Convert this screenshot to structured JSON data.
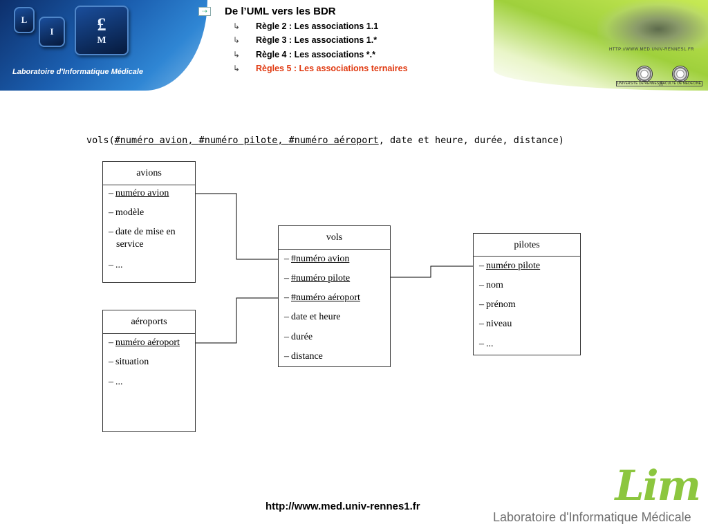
{
  "header": {
    "left_lab_label": "Laboratoire d'Informatique Médicale",
    "keys": [
      "L",
      "I",
      "£",
      "M"
    ],
    "right_url": "HTTP://WWW.MED.UNIV-RENNES1.FR",
    "seal_labels": [
      "UNIVERSITÉ DE RENNES I",
      "FACULTÉ DE MÉDECINE"
    ]
  },
  "outline": {
    "title": "De l’UML vers les BDR",
    "items": [
      {
        "label": "Règle 2 : Les associations 1.1"
      },
      {
        "label": "Règle 3  : Les associations 1.*"
      },
      {
        "label": "Règle 4 : Les associations *.*"
      },
      {
        "label": "Règles 5 : Les associations ternaires"
      }
    ]
  },
  "schema": {
    "prefix": "vols(",
    "keys": [
      "#numéro avion",
      "#numéro pilote",
      "#numéro aéroport"
    ],
    "rest": ", date et heure, durée, distance)"
  },
  "entities": {
    "avions": {
      "name": "avions",
      "attrs": [
        "numéro avion",
        "modèle",
        "date de mise en",
        "service",
        "..."
      ]
    },
    "aeroports": {
      "name": "aéroports",
      "attrs": [
        "numéro aéroport",
        "situation",
        "..."
      ]
    },
    "vols": {
      "name": "vols",
      "attrs": [
        "#numéro avion",
        "#numéro pilote",
        "#numéro aéroport",
        "date et heure",
        "durée",
        "distance"
      ]
    },
    "pilotes": {
      "name": "pilotes",
      "attrs": [
        "numéro pilote",
        "nom",
        "prénom",
        "niveau",
        "..."
      ]
    }
  },
  "footer": {
    "url": "http://www.med.univ-rennes1.fr",
    "logo": "Lim",
    "lab_label": "Laboratoire d'Informatique Médicale"
  },
  "colors": {
    "active_outline": "#e0380f",
    "logo_green": "#8cc63f"
  }
}
